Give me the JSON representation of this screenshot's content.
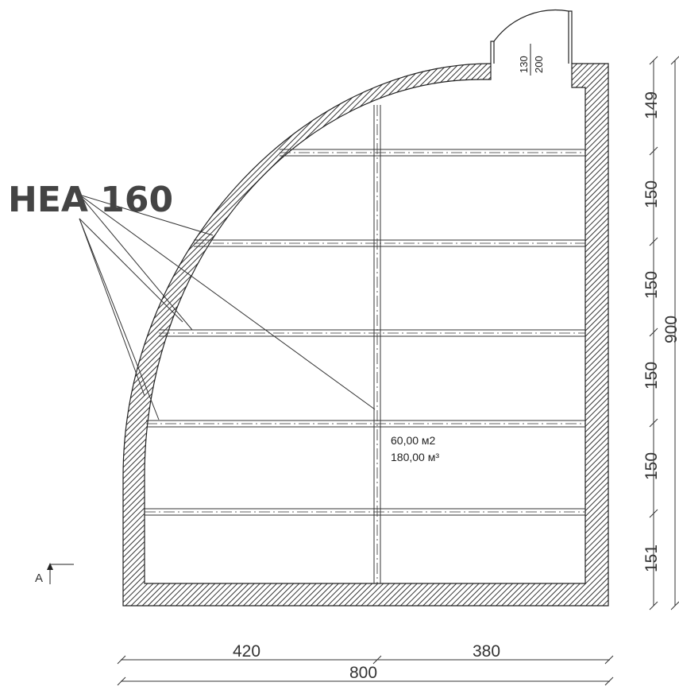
{
  "profile_label": "HEA 160",
  "area_label": "60,00 м2",
  "volume_label": "180,00 м³",
  "section_marker": "A",
  "door": {
    "width_label": "130",
    "height_label": "200"
  },
  "dimensions": {
    "vertical_segments": [
      "149",
      "150",
      "150",
      "150",
      "150",
      "151"
    ],
    "vertical_total": "900",
    "horizontal_segments": [
      "420",
      "380"
    ],
    "horizontal_total": "800"
  }
}
